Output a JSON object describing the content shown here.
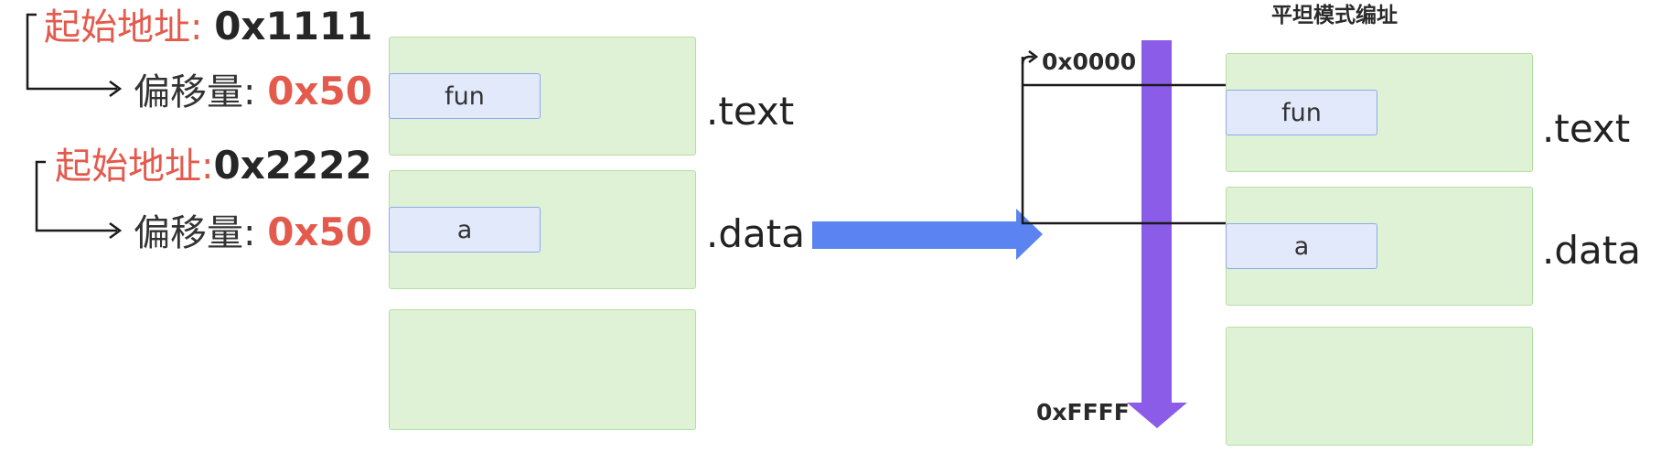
{
  "left": {
    "segment1": {
      "base_label": "起始地址: ",
      "base_value": "0x1111",
      "offset_label": "偏移量: ",
      "offset_value": "0x50"
    },
    "segment2": {
      "base_label": "起始地址:",
      "base_value": "0x2222",
      "offset_label": "偏移量: ",
      "offset_value": "0x50"
    },
    "items": {
      "fun": "fun",
      "a": "a"
    },
    "sections": {
      "text": ".text",
      "data": ".data"
    }
  },
  "right": {
    "title": "平坦模式编址",
    "addr_start": "0x0000",
    "addr_end": "0xFFFF",
    "items": {
      "fun": "fun",
      "a": "a"
    },
    "sections": {
      "text": ".text",
      "data": ".data"
    }
  },
  "colors": {
    "segment_fill": "#dff2d6",
    "item_fill": "#e2e9fb",
    "arrow_blue": "#5b84f2",
    "arrow_purple": "#8b5ce8",
    "label_red": "#e45a4d"
  }
}
